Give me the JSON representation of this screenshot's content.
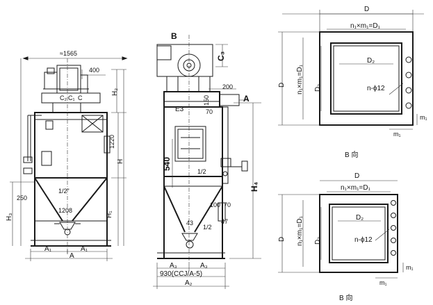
{
  "left_view": {
    "dim_1565": "≈1565",
    "dim_400": "400",
    "label_c2": "C₂",
    "label_c1": "C₁",
    "label_c": "C",
    "label_h2": "H₂",
    "label_1220": "1220",
    "label_h": "H",
    "label_half_in": "1/2\"",
    "label_250": "250",
    "label_1208": "1208",
    "label_h3": "H₃",
    "label_h1": "H₁",
    "label_a1_left": "A₁",
    "label_a1_right": "A₁",
    "label_a": "A"
  },
  "middle_view": {
    "label_b": "B",
    "label_c3": "C₃",
    "label_200": "200",
    "label_a": "A",
    "label_e3": "E3",
    "label_150": "150",
    "label_70_top": "70",
    "label_540": "540",
    "label_half": "1/2",
    "label_h4": "H₄",
    "label_100": "100",
    "label_70_bottom": "70",
    "label_47": "47",
    "label_43": "43",
    "label_half_bottom": "1/2",
    "label_a3_left": "A₃",
    "label_a3_right": "A₃",
    "label_930": "930(CCJ/A-5)",
    "label_a2": "A₂"
  },
  "top_view_1": {
    "label_d": "D",
    "label_n1m1": "n₁×m₁=D₁",
    "label_d2_inner": "D₂",
    "label_d_side": "D",
    "label_nm": "n₁×m₁=D₁",
    "label_d2_side": "D₂",
    "label_n_phi": "n-ϕ12",
    "label_m1": "m₁",
    "label_m1_side": "m₁",
    "caption": "B 向"
  },
  "top_view_2": {
    "label_d": "D",
    "label_n1m1": "n₁×m₁=D₁",
    "label_d2_inner": "D₂",
    "label_d_side": "D",
    "label_nm": "n₁×m₁=D₁",
    "label_d2_side": "D₂",
    "label_n_phi": "n-ϕ12",
    "label_m1": "m₁",
    "label_m1_side": "m₁",
    "caption": "B 向"
  }
}
